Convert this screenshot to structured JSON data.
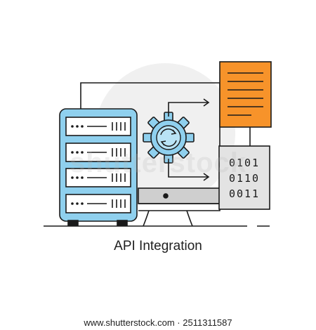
{
  "illustration": {
    "caption": "API Integration",
    "binary_rows": [
      "0101",
      "0110",
      "0011"
    ],
    "colors": {
      "server_fill": "#8fd0ee",
      "gear_fill": "#8fd0ee",
      "document_fill": "#f7932a",
      "monitor_base": "#cfcfcf",
      "background_circle": "#f0f0f0",
      "binary_box_fill": "#e3e3e3",
      "outline": "#1a1a1a"
    },
    "icons": [
      "server-rack-icon",
      "gear-sync-icon",
      "document-icon",
      "binary-code-icon",
      "monitor-icon"
    ]
  },
  "watermark": {
    "text": "shutterstock"
  },
  "footer": {
    "text": "www.shutterstock.com · 2511311587"
  }
}
